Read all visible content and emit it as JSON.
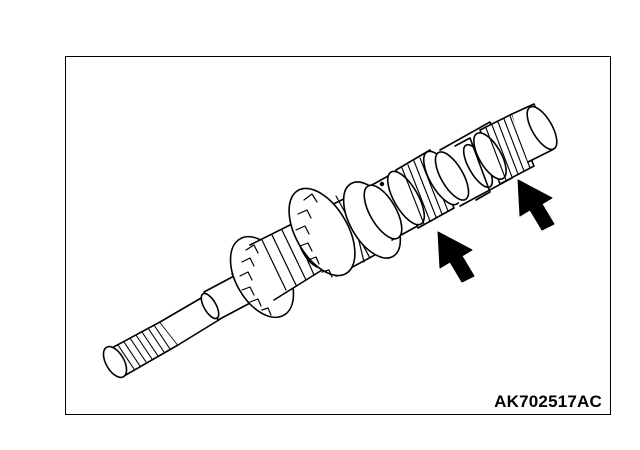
{
  "figure": {
    "code": "AK702517AC",
    "subject": "shaft-assembly",
    "indicators": [
      "arrow-1",
      "arrow-2"
    ],
    "colors": {
      "line": "#000000",
      "background": "#ffffff"
    }
  }
}
